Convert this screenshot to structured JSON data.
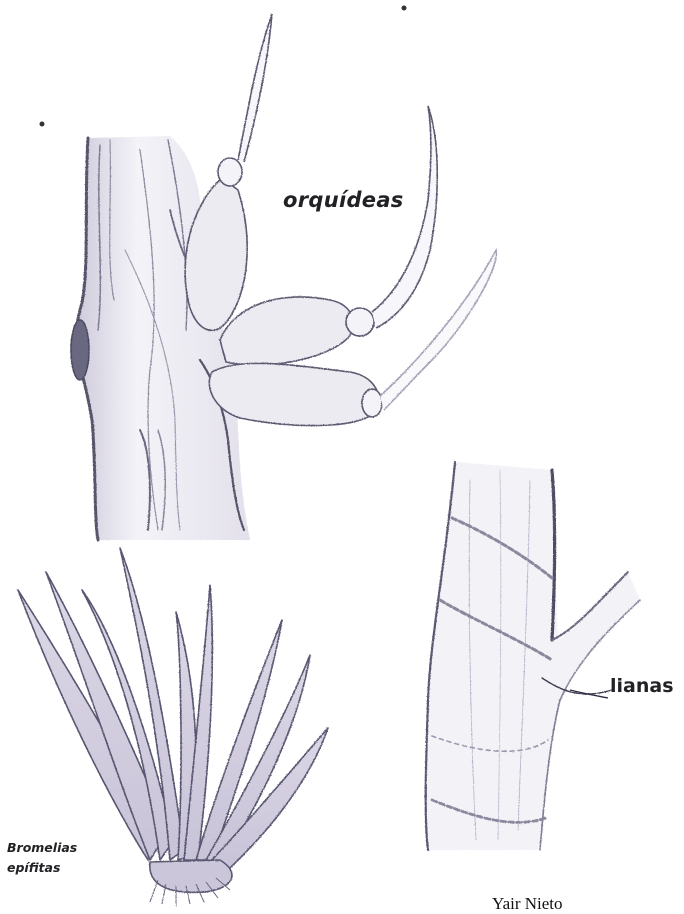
{
  "labels": {
    "orquideas": "orquídeas",
    "lianas": "lianas",
    "bromelias_line1": "Bromelias",
    "bromelias_line2": "epífitas"
  },
  "signature": "Yair Nieto",
  "colors": {
    "paper": "#ffffff",
    "graphite": "#56556a",
    "graphite_light": "#b4b2c6",
    "shade": "#d8d5e2"
  }
}
